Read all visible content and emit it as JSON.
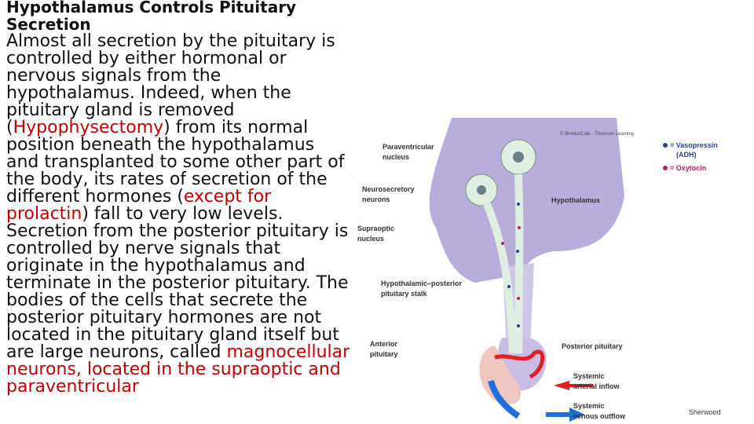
{
  "slide": {
    "title": "Hypothalamus Controls Pituitary Secretion",
    "para1": {
      "t1": "Almost all secretion by the pituitary is controlled by either hormonal or nervous signals from the hypothalamus. Indeed, when the pituitary gland is removed (",
      "t2": "Hypophysectomy",
      "t3": ") from its normal position beneath the hypothalamus and transplanted to some other part of the body, its rates of secretion of the different hormones (",
      "t4": "except for prolactin",
      "t5": ") fall to very low levels."
    },
    "para2": {
      "t1": "Secretion from the posterior pituitary is controlled by nerve signals that originate in the hypothalamus and terminate in the posterior pituitary. The bodies of the cells that secrete the posterior pituitary hormones are not located in the pituitary gland itself but are large neurons, called ",
      "t2": "magnocellular neurons, located in the supraoptic and paraventricular"
    }
  },
  "figure": {
    "copyright": "© Brooks/Cole - Thomson Learning",
    "labels": {
      "paraventricular_1": "Paraventricular",
      "paraventricular_2": "nucleus",
      "neurosecretory_1": "Neurosecretory",
      "neurosecretory_2": "neurons",
      "supraoptic_1": "Supraoptic",
      "supraoptic_2": "nucleus",
      "hypothalamus": "Hypothalamus",
      "stalk_1": "Hypothalamic–posterior",
      "stalk_2": "pituitary stalk",
      "anterior_1": "Anterior",
      "anterior_2": "pituitary",
      "posterior": "Posterior pituitary",
      "arterial_1": "Systemic",
      "arterial_2": "arterial inflow",
      "venous_1": "Systemic",
      "venous_2": "venous outflow",
      "credit": "Sherwood"
    },
    "legend": {
      "vasopressin_1": "= Vasopressin",
      "vasopressin_2": "(ADH)",
      "oxytocin": "= Oxytocin"
    },
    "colors": {
      "hypothalamus": "#b9aedb",
      "posterior": "#c8bde3",
      "anterior": "#f0c6c0",
      "neuron": "#dfeee0",
      "vasopressin": "#2b3e9a",
      "oxytocin": "#b0206a",
      "artery": "#e02020",
      "vein": "#1e6fd9"
    }
  }
}
